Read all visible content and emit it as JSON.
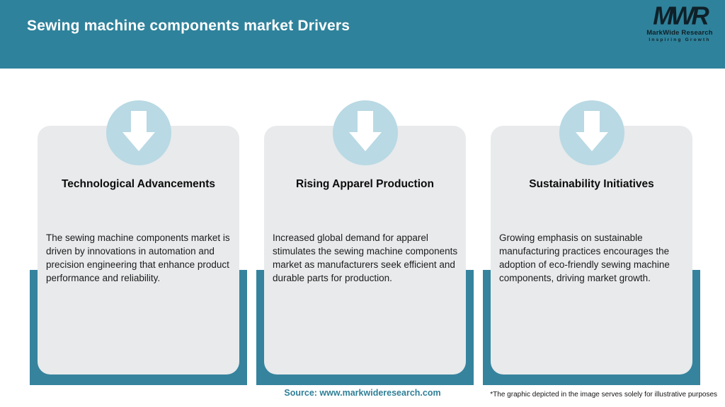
{
  "header": {
    "title": "Sewing machine components market Drivers",
    "logo": {
      "mark": "MWR",
      "name": "MarkWide Research",
      "tagline": "Inspiring Growth"
    }
  },
  "cards": [
    {
      "icon": "down-arrow-icon",
      "title": "Technological Advancements",
      "body": "The sewing machine components market is driven by innovations in automation and precision engineering that enhance product performance and reliability."
    },
    {
      "icon": "down-arrow-icon",
      "title": "Rising Apparel Production",
      "body": "Increased global demand for apparel stimulates the sewing machine components market as manufacturers seek efficient and durable parts for production."
    },
    {
      "icon": "down-arrow-icon",
      "title": "Sustainability Initiatives",
      "body": "Growing emphasis on sustainable manufacturing practices encourages the adoption of eco-friendly sewing machine components, driving market growth."
    }
  ],
  "footer": {
    "source": "Source: www.markwideresearch.com",
    "disclaimer": "*The graphic depicted in the image serves solely for illustrative purposes"
  },
  "colors": {
    "header_teal": "#2f829b",
    "shadow_teal": "#36839d",
    "card_gray": "#e8eaec",
    "circle_blue": "#b9d9e4",
    "source_text": "#2f7f97"
  }
}
